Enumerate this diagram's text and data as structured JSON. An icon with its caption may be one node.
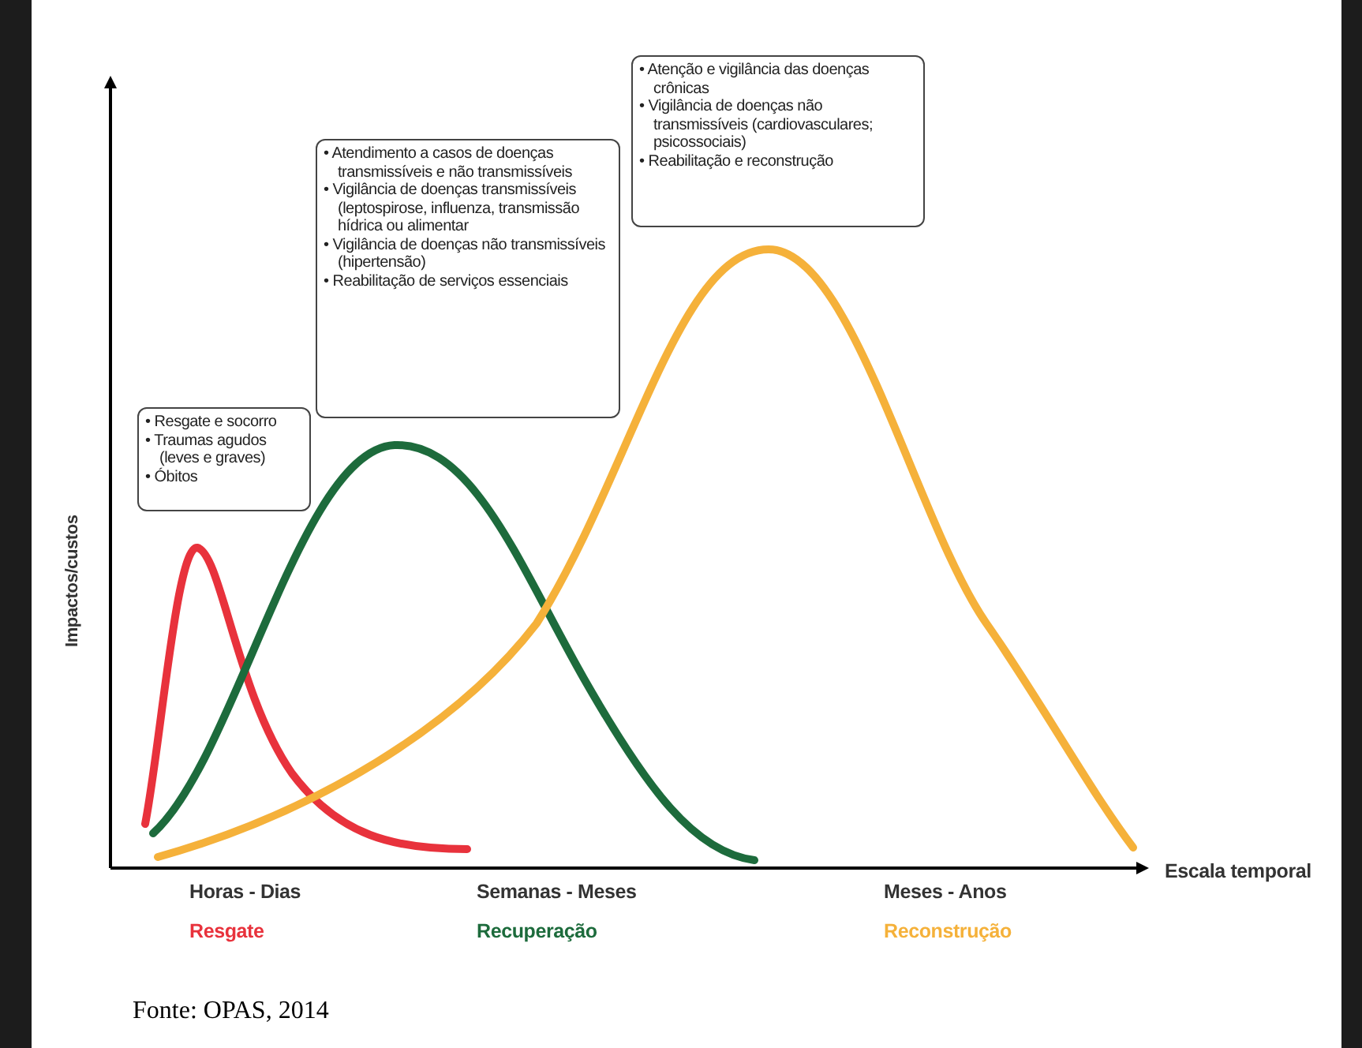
{
  "diagram": {
    "caption": "Fonte: OPAS, 2014",
    "nodes": [
      {
        "text": [
          "• Resgate e socorro",
          "• Traumas agudos (leves e graves)",
          "• Óbitos"
        ]
      },
      {
        "text": [
          "• Atendimento a casos de doenças transmissíveis e não transmissíveis",
          "• Vigilância de doenças transmissíveis (leptospirose, influenza, transmissão hídrica ou alimentar",
          "• Vigilância de doenças não transmissíveis (hipertensão)",
          "• Reabilitação de serviços essenciais"
        ]
      },
      {
        "text": [
          "• Atenção e vigilância das doenças crônicas",
          "• Vigilância de doenças não transmissíveis (cardiovasculares; psicossociais)",
          "• Reabilitação e reconstrução"
        ]
      }
    ],
    "labels": [
      "Impactos/custos",
      "Escala temporal",
      "Horas - Dias",
      "Semanas - Meses",
      "Meses - Anos",
      "Resgate",
      "Recuperação",
      "Reconstrução"
    ]
  }
}
